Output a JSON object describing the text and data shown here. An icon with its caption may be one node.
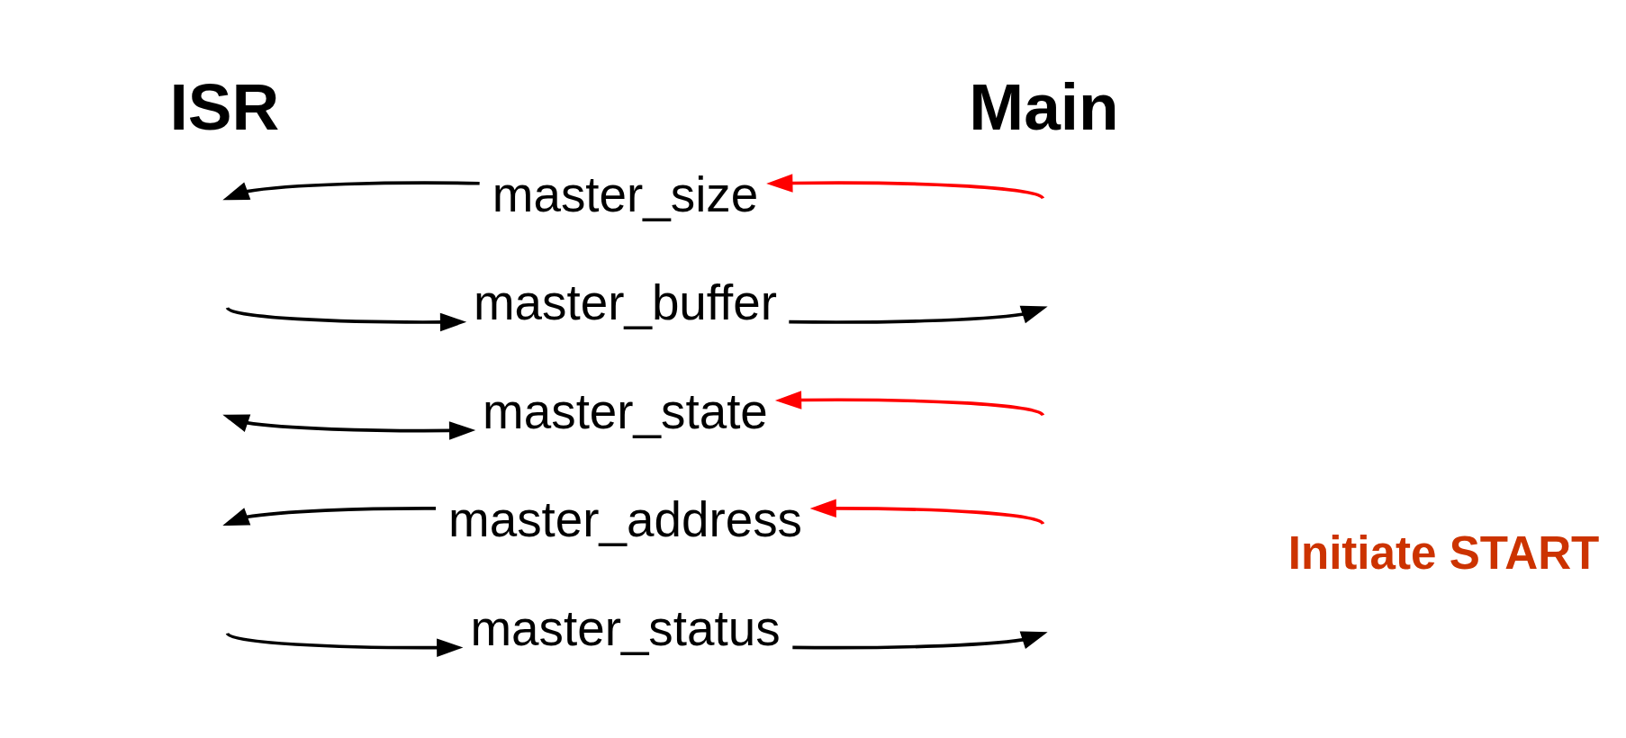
{
  "diagram": {
    "nodes": [
      {
        "text": [
          "master_size"
        ]
      },
      {
        "text": [
          "master_buffer"
        ]
      },
      {
        "text": [
          "master_state"
        ]
      },
      {
        "text": [
          "master_address"
        ]
      },
      {
        "text": [
          "master_status"
        ]
      }
    ],
    "edges": [
      {
        "from": null,
        "to": 0,
        "arrow": "to",
        "color": "#ff0000"
      },
      {
        "from": 0,
        "to": null,
        "arrow": "to"
      },
      {
        "from": 1,
        "to": null,
        "arrow": "to"
      },
      {
        "from": null,
        "to": 1,
        "arrow": "to"
      },
      {
        "from": null,
        "to": 2,
        "arrow": "to",
        "color": "#ff0000"
      },
      {
        "from": null,
        "to": 2,
        "arrow": "both"
      },
      {
        "from": null,
        "to": 3,
        "arrow": "to",
        "color": "#ff0000"
      },
      {
        "from": 3,
        "to": null,
        "arrow": "to"
      },
      {
        "from": 4,
        "to": null,
        "arrow": "to"
      },
      {
        "from": null,
        "to": 4,
        "arrow": "to"
      }
    ],
    "labels": [
      "ISR",
      "Main",
      "Initiate START"
    ]
  }
}
